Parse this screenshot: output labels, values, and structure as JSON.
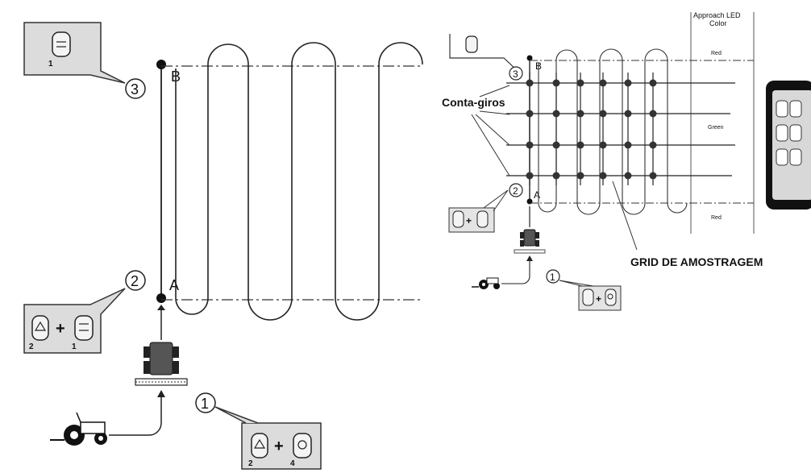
{
  "left_panel": {
    "point_b": "B",
    "point_a": "A",
    "step_1": "1",
    "step_2": "2",
    "step_3": "3",
    "plus": "+",
    "key_sub_1": "1",
    "key_sub_2": "2",
    "key_sub_4": "4"
  },
  "right_panel": {
    "header_line1": "Approach LED",
    "header_line2": "Color",
    "led_red_top": "Red",
    "led_green": "Green",
    "led_red_bottom": "Red",
    "conta_giros": "Conta-giros",
    "grid_label": "GRID DE AMOSTRAGEM",
    "point_b": "B",
    "point_a": "A",
    "step_1": "1",
    "step_2": "2",
    "step_3": "3",
    "plus": "+"
  }
}
